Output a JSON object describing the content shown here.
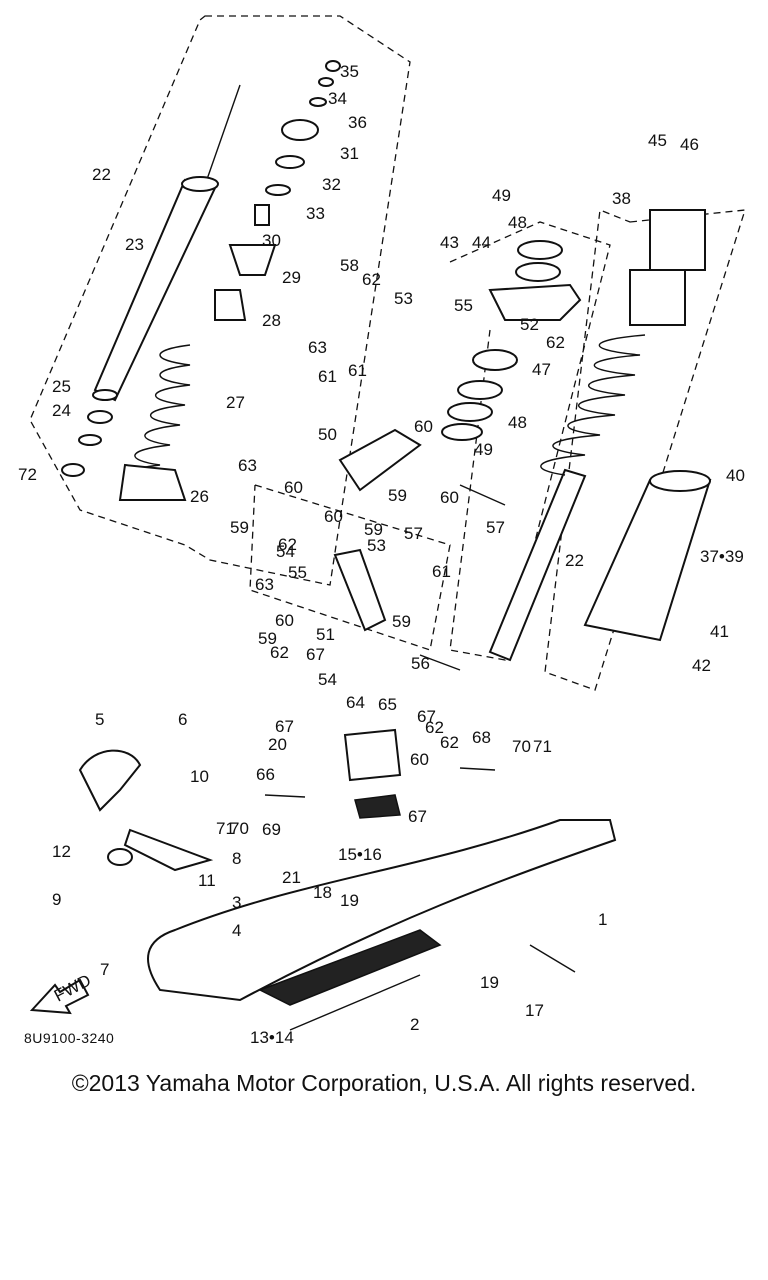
{
  "diagram": {
    "code": "8U9100-3240",
    "fwd_label": "FWD",
    "callouts": [
      "1",
      "2",
      "3",
      "4",
      "5",
      "6",
      "7",
      "8",
      "9",
      "10",
      "11",
      "12",
      "13•14",
      "15•16",
      "17",
      "18",
      "19",
      "19",
      "20",
      "21",
      "22",
      "22",
      "23",
      "24",
      "25",
      "26",
      "27",
      "28",
      "29",
      "30",
      "31",
      "32",
      "33",
      "34",
      "35",
      "36",
      "37•39",
      "38",
      "40",
      "41",
      "42",
      "43",
      "44",
      "45",
      "46",
      "47",
      "48",
      "48",
      "49",
      "49",
      "50",
      "51",
      "52",
      "53",
      "53",
      "54",
      "54",
      "55",
      "55",
      "56",
      "57",
      "57",
      "58",
      "59",
      "59",
      "59",
      "59",
      "59",
      "60",
      "60",
      "60",
      "60",
      "60",
      "60",
      "61",
      "61",
      "61",
      "62",
      "62",
      "62",
      "62",
      "62",
      "62",
      "63",
      "63",
      "63",
      "64",
      "65",
      "66",
      "67",
      "67",
      "67",
      "67",
      "68",
      "69",
      "70",
      "70",
      "71",
      "71",
      "72"
    ]
  },
  "footer": {
    "copyright": "©2013 Yamaha Motor Corporation, U.S.A. All rights reserved."
  }
}
